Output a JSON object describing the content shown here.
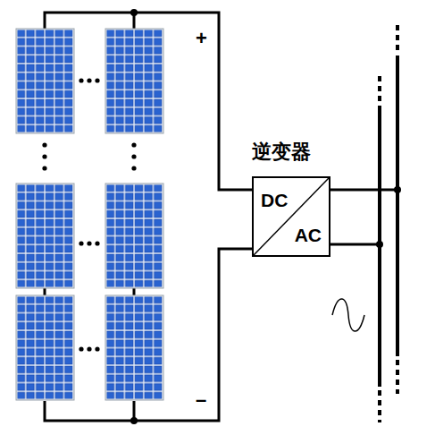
{
  "diagram": {
    "nodes": [
      {
        "text": [
          "逆变器",
          "DC",
          "AC"
        ]
      }
    ],
    "edges": [],
    "labels": [
      "+",
      "–"
    ]
  }
}
